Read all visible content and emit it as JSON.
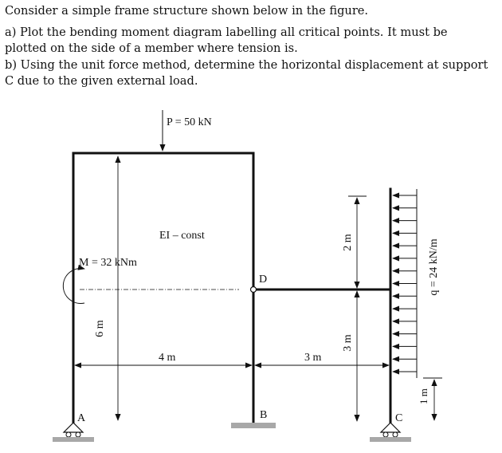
{
  "problem": {
    "intro": "Consider a simple frame structure shown below in the figure.",
    "part_a": "a) Plot the bending moment diagram labelling all critical points. It must be plotted on the side of a member where tension is.",
    "part_b": "b) Using the unit force method, determine the horizontal displacement at support C due to the given external load."
  },
  "figure": {
    "load_p": "P = 50 kN",
    "ei_label": "EI – const",
    "moment_label": "M = 32 kNm",
    "dist_load_label": "q = 24 kN/m",
    "dim_6m": "6 m",
    "dim_4m": "4 m",
    "dim_3m_horizontal": "3 m",
    "dim_2m": "2 m",
    "dim_3m_vertical": "3 m",
    "dim_1m": "1 m",
    "node_a": "A",
    "node_b": "B",
    "node_c": "C",
    "node_d": "D"
  }
}
